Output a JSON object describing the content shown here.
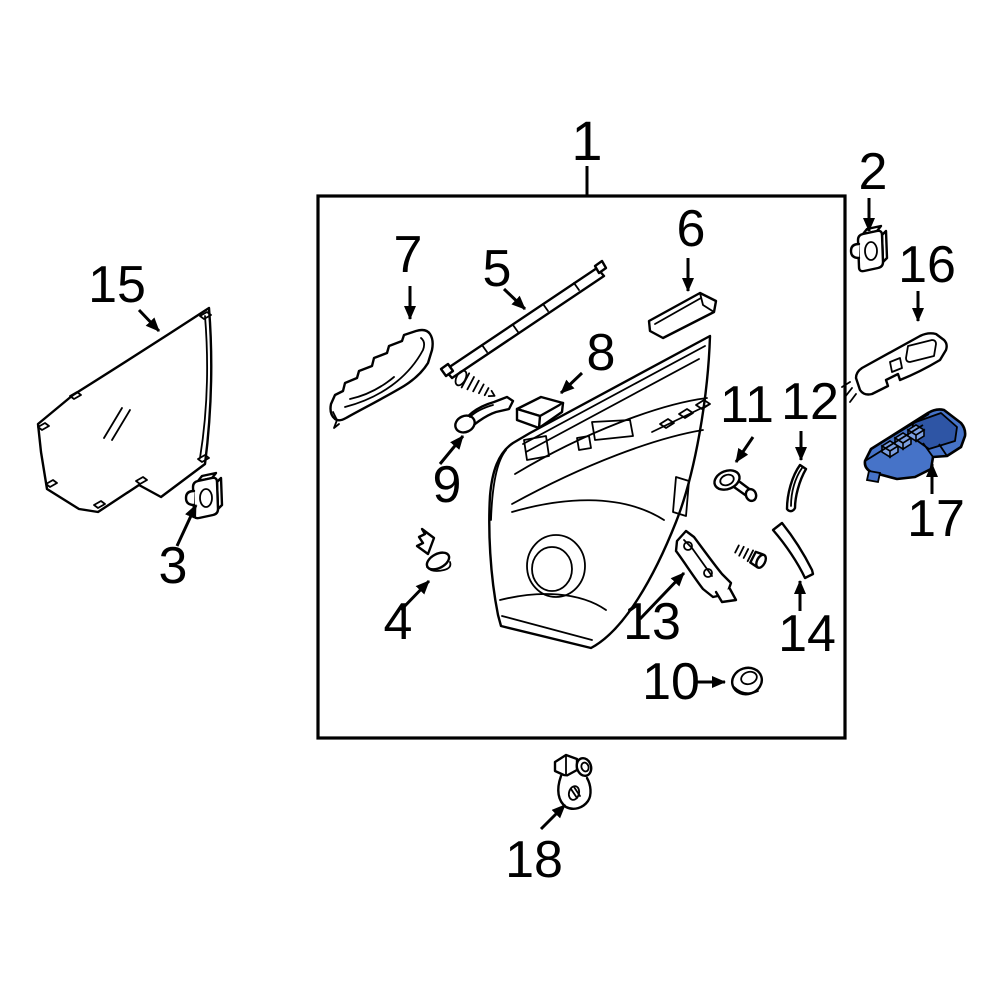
{
  "diagram": {
    "type": "exploded-parts-diagram",
    "subject": "front door interior trim panel",
    "selected_part_label": "17",
    "colors": {
      "background": "#ffffff",
      "line": "#000000",
      "highlight": "#4673c8",
      "highlight_shade": "#2e55a5",
      "highlight_light": "#7d9fe0"
    },
    "callouts": [
      {
        "label": "1",
        "part": "door-trim-panel-assembly"
      },
      {
        "label": "2",
        "part": "retainer-clip-grommet"
      },
      {
        "label": "3",
        "part": "retainer-clip-grommet"
      },
      {
        "label": "4",
        "part": "push-pin-retainer"
      },
      {
        "label": "5",
        "part": "inner-belt-weatherstrip"
      },
      {
        "label": "6",
        "part": "trim-cover-plate"
      },
      {
        "label": "7",
        "part": "inside-handle-bezel"
      },
      {
        "label": "8",
        "part": "cover-cap"
      },
      {
        "label": "9",
        "part": "inside-door-handle"
      },
      {
        "label": "10",
        "part": "grommet-ring"
      },
      {
        "label": "11",
        "part": "push-clip-fastener"
      },
      {
        "label": "12",
        "part": "corner-trim-piece"
      },
      {
        "label": "13",
        "part": "mounting-bracket"
      },
      {
        "label": "14",
        "part": "trim-strip"
      },
      {
        "label": "15",
        "part": "door-water-shield"
      },
      {
        "label": "16",
        "part": "switch-panel-bezel"
      },
      {
        "label": "17",
        "part": "power-window-switch-assembly"
      },
      {
        "label": "18",
        "part": "courtesy-lamp-socket"
      }
    ]
  }
}
